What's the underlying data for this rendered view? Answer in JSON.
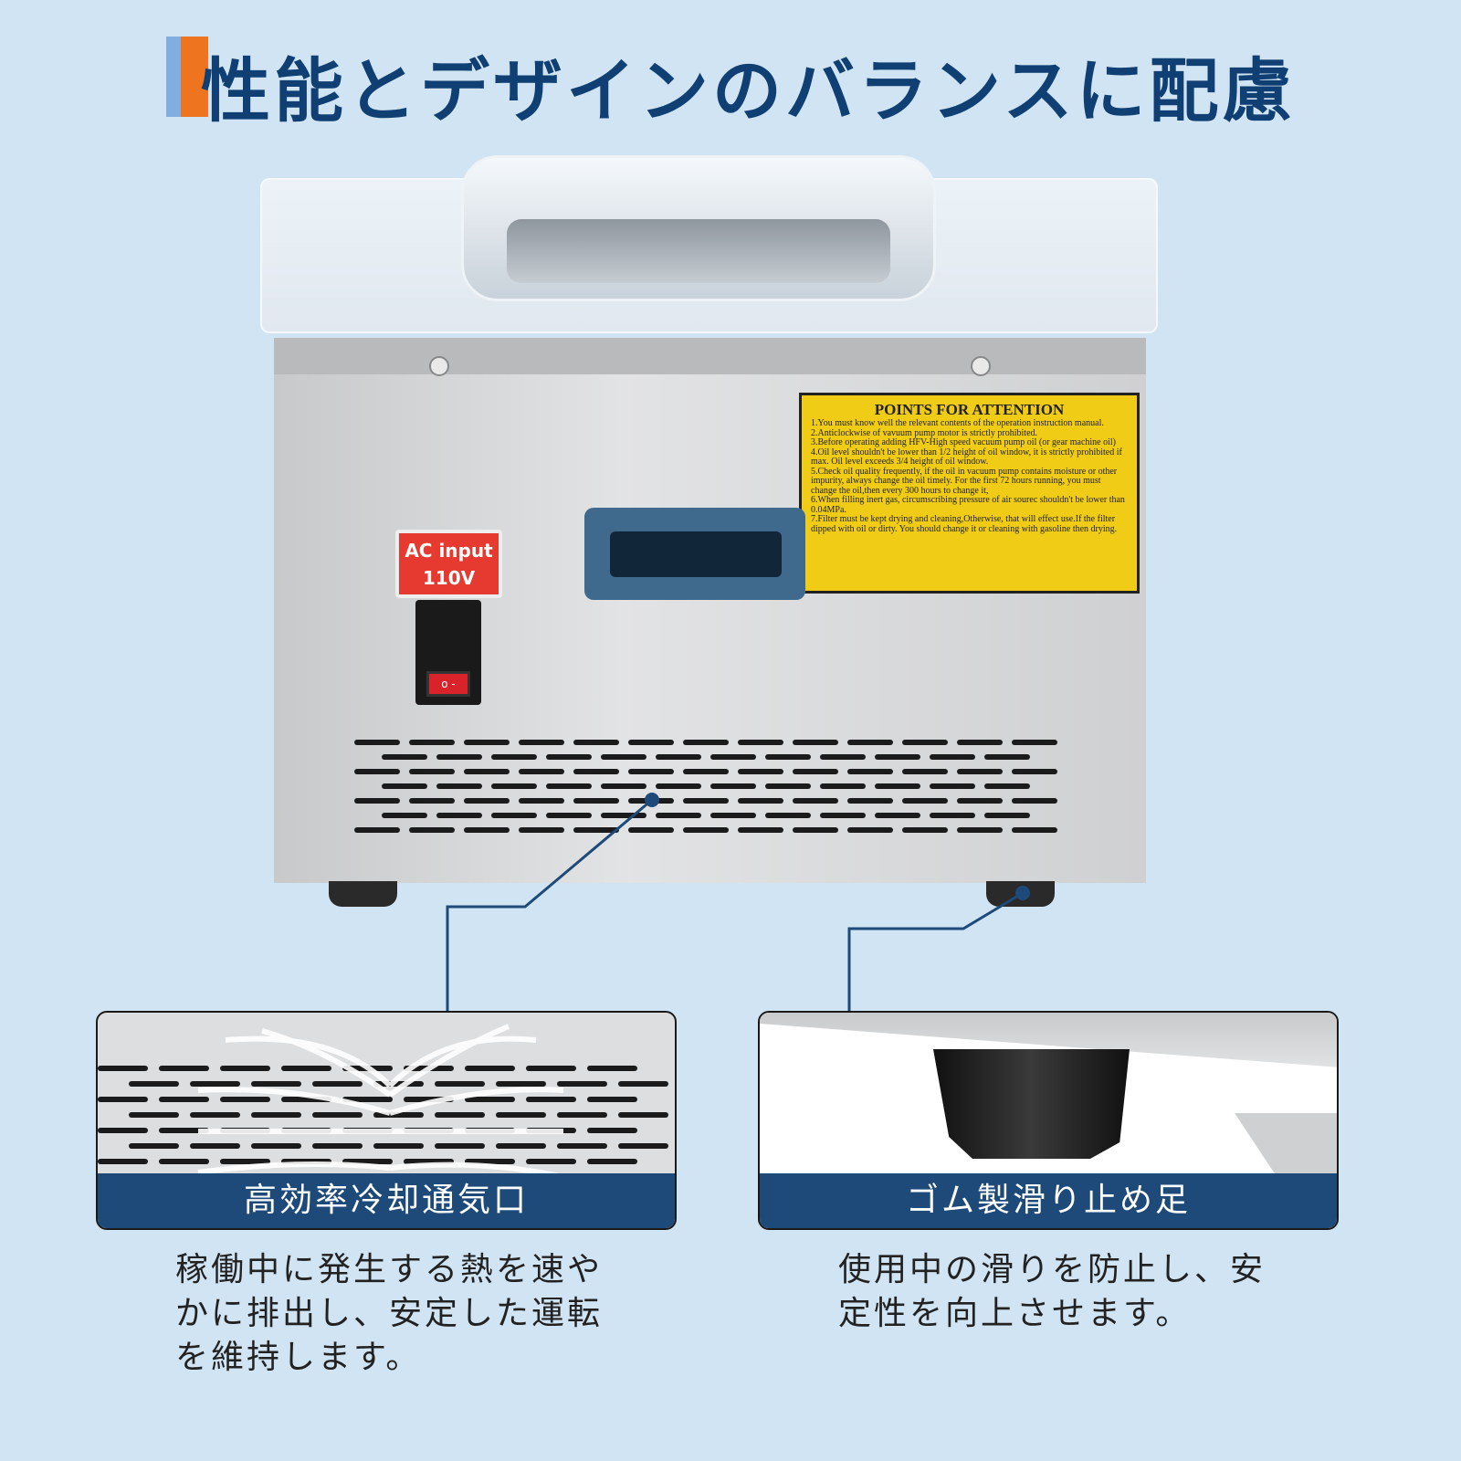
{
  "title": "性能とデザインのバランスに配慮",
  "machine": {
    "ac_label": [
      "AC input",
      "110V"
    ],
    "switch_label": "o -",
    "attention": {
      "heading": "POINTS FOR ATTENTION",
      "items": [
        "1.You must know well the relevant contents of the operation instruction manual.",
        "2.Anticlockwise of vavuum pump motor is strictly prohibited.",
        "3.Before operating adding HFV-High speed vacuum pump oil (or gear machine oil)",
        "4.Oil level shouldn't be lower than 1/2 height of oil window, it is strictly prohibited if max. Oil level exceeds 3/4 height of oil window.",
        "5.Check oil quality frequently, if the oil in vacuum pump contains moisture or other impurity, always change the oil timely. For the first 72 hours running, you must change the oil,then every 300 hours to change it,",
        "6.When filling inert gas, circumscribing pressure of air sourec shouldn't be lower than 0.04MPa.",
        "7.Filter must be kept drying and cleaning,Otherwise, that will effect use.If the filter dipped with oil or dirty. You should change it or cleaning with gasoline then drying."
      ]
    }
  },
  "features": [
    {
      "caption": "高効率冷却通気口",
      "description": [
        "稼働中に発生する熱を速や",
        "かに排出し、安定した運転",
        "を維持します。"
      ]
    },
    {
      "caption": "ゴム製滑り止め足",
      "description": [
        "使用中の滑りを防止し、安",
        "定性を向上させます。"
      ]
    }
  ],
  "colors": {
    "background": "#d0e4f3",
    "title": "#0f3f73",
    "accent": "#ef7420",
    "caption_bar": "#1e4a7a"
  }
}
